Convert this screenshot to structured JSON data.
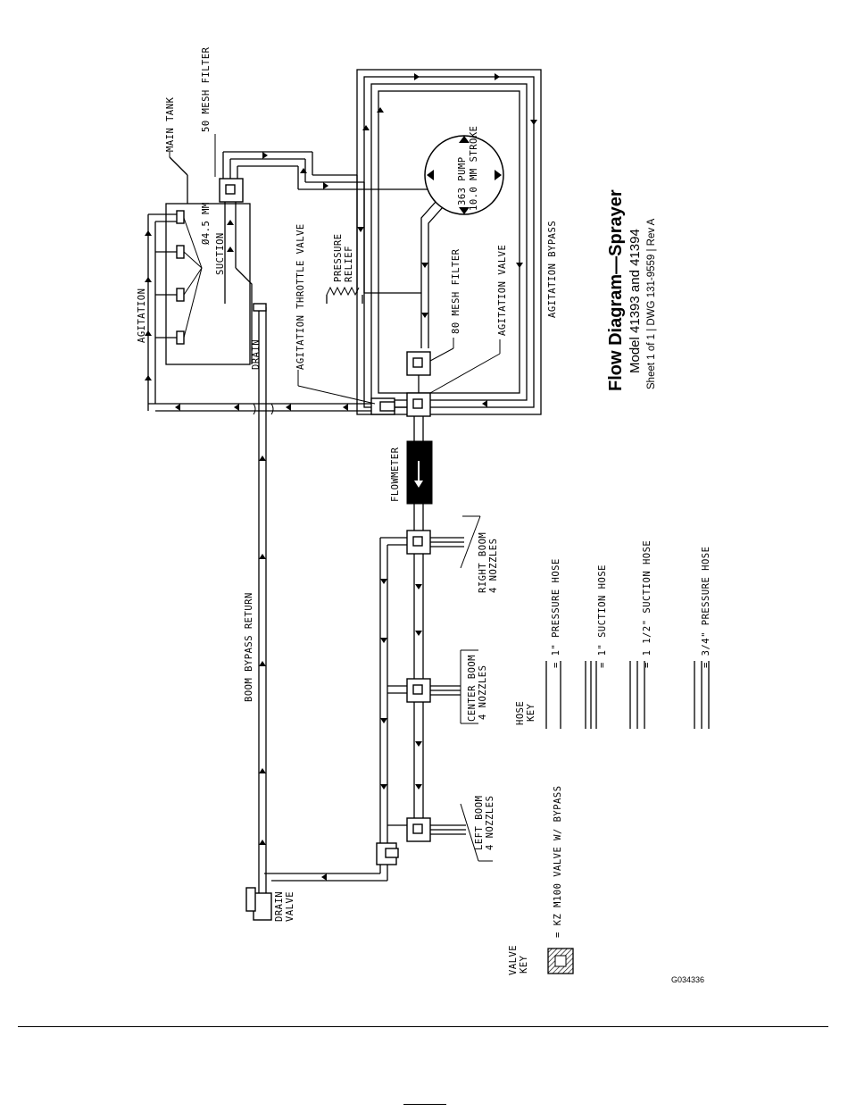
{
  "diagram": {
    "title": "Flow Diagram—Sprayer",
    "subtitle": "Model 41393 and 41394",
    "sheet": "Sheet 1 of 1 | DWG 131-9559 | Rev A",
    "figure_code": "G034336",
    "labels": {
      "main_tank": "MAIN TANK",
      "mesh50": "50 MESH FILTER",
      "orifice": "Ø4.5 MM",
      "suction": "SUCTION",
      "agitation": "AGITATION",
      "drain": "DRAIN",
      "agit_throttle": "AGITATION THROTTLE VALVE",
      "pressure_relief_1": "PRESSURE",
      "pressure_relief_2": "RELIEF",
      "pump_1": "363 PUMP",
      "pump_2": "10.0 MM STROKE",
      "mesh80": "80 MESH FILTER",
      "agit_valve": "AGITATION VALVE",
      "agit_bypass": "AGITATION BYPASS",
      "flowmeter": "FLOWMETER",
      "boom_bypass": "BOOM BYPASS RETURN",
      "right_boom_1": "RIGHT BOOM",
      "right_boom_2": "4 NOZZLES",
      "center_boom_1": "CENTER BOOM",
      "center_boom_2": "4 NOZZLES",
      "left_boom_1": "LEFT BOOM",
      "left_boom_2": "4 NOZZLES",
      "drain_valve_1": "DRAIN",
      "drain_valve_2": "VALVE",
      "hose_key_1": "HOSE",
      "hose_key_2": "KEY",
      "hose_1in_pressure": "= 1\" PRESSURE HOSE",
      "hose_1in_suction": "= 1\" SUCTION HOSE",
      "hose_15in_suction": "= 1 1/2\" SUCTION HOSE",
      "hose_34in_pressure": "= 3/4\" PRESSURE HOSE",
      "valve_key_1": "VALVE",
      "valve_key_2": "KEY",
      "kz_valve": "= KZ M100 VALVE W/ BYPASS"
    }
  }
}
